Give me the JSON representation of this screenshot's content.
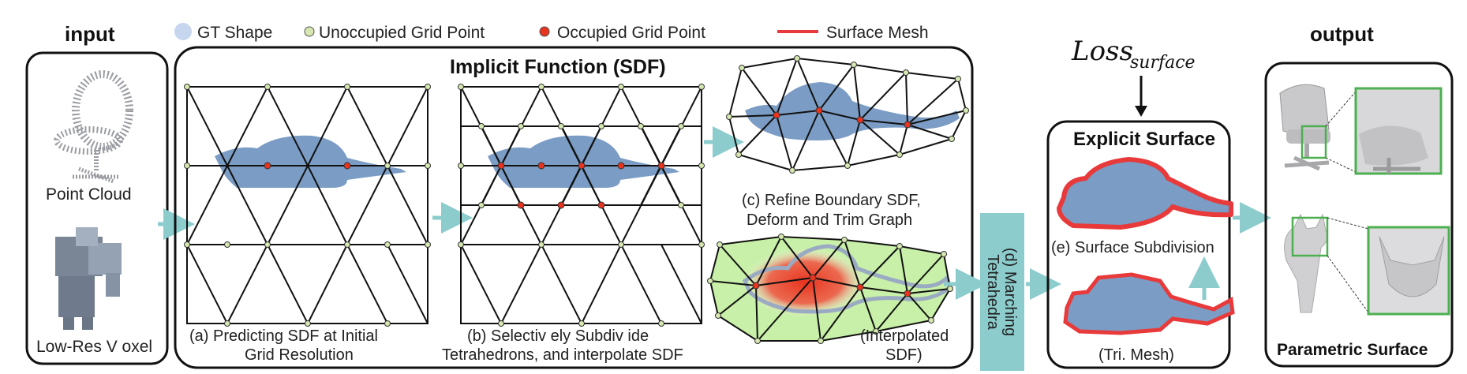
{
  "legend": {
    "gt_shape": "GT Shape",
    "unoccupied": "Unoccupied Grid Point",
    "occupied": "Occupied Grid Point",
    "surface_mesh": "Surface Mesh"
  },
  "input": {
    "title": "input",
    "point_cloud": "Point Cloud",
    "low_res_voxel": "Low-Res V oxel"
  },
  "implicit": {
    "title": "Implicit Function (SDF)",
    "a_line1": "(a) Predicting SDF at Initial",
    "a_line2": "Grid Resolution",
    "b_line1": "(b) Selectiv ely Subdiv ide",
    "b_line2": "Tetrahedrons, and interpolate SDF",
    "c_line1": "(c) Refine Boundary SDF,",
    "c_line2": "Deform and Trim Graph",
    "interp_line1": "(Interpolated",
    "interp_line2": "SDF)"
  },
  "marching": {
    "line1": "(d) Marching",
    "line2": "Tetrahedra"
  },
  "explicit": {
    "loss_main": "Loss",
    "loss_sub": "surface",
    "title": "Explicit Surface",
    "e_label": "(e) Surface Subdivision",
    "tri_label": "(Tri. Mesh)"
  },
  "output": {
    "title": "output",
    "parametric": "Parametric Surface"
  },
  "colors": {
    "gt_shape": "#c5d6ee",
    "shape_fill": "#7b9cc4",
    "unoccupied": "#d6e8b0",
    "occupied": "#e8331f",
    "surface_mesh": "#e83a3a",
    "arrow": "#8ccccd",
    "marching_box": "#8ccccd",
    "green_region": "#c8f0a8",
    "zoom_box": "#4caf50"
  }
}
